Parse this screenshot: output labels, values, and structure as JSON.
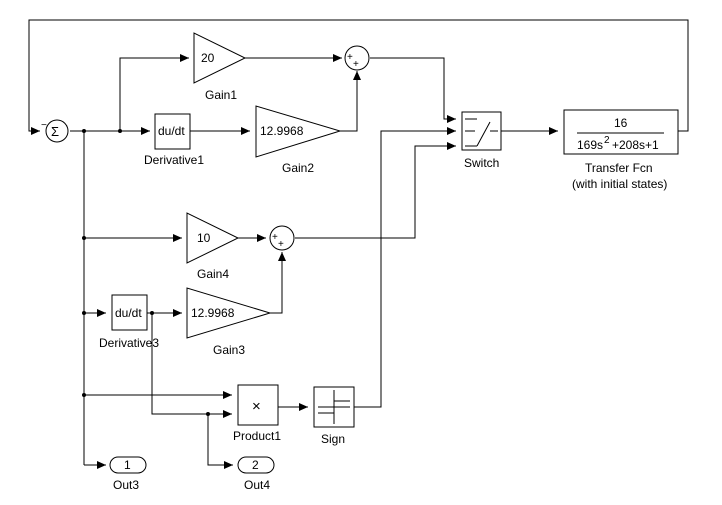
{
  "diagram": {
    "gain1": {
      "value": "20",
      "label": "Gain1"
    },
    "gain2": {
      "value": "12.9968",
      "label": "Gain2"
    },
    "gain3": {
      "value": "12.9968",
      "label": "Gain3"
    },
    "gain4": {
      "value": "10",
      "label": "Gain4"
    },
    "derivative1": {
      "text": "du/dt",
      "label": "Derivative1"
    },
    "derivative3": {
      "text": "du/dt",
      "label": "Derivative3"
    },
    "switch": {
      "label": "Switch"
    },
    "transfer_fcn": {
      "numerator": "16",
      "den_a": "169s",
      "den_exp": "2",
      "den_b": "+208s+1",
      "label_line1": "Transfer Fcn",
      "label_line2": "(with initial states)"
    },
    "product": {
      "symbol": "×",
      "label": "Product1"
    },
    "sign": {
      "label": "Sign"
    },
    "out3": {
      "port": "1",
      "label": "Out3"
    },
    "out4": {
      "port": "2",
      "label": "Out4"
    },
    "sum_main": {
      "symbol": "Σ"
    },
    "sum_top": {
      "signs": "++"
    },
    "sum_mid": {
      "signs": "++"
    }
  },
  "colors": {
    "line": "#000000",
    "background": "#ffffff"
  }
}
